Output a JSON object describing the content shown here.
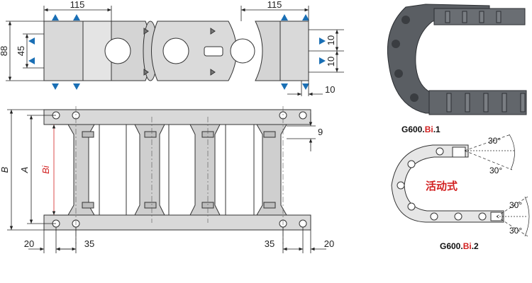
{
  "top_view": {
    "dims": {
      "left_width": "115",
      "right_width": "115",
      "height": "88",
      "inner_height": "45",
      "right_offset_a": "10",
      "right_offset_b": "10",
      "right_offset_c": "10"
    }
  },
  "front_view": {
    "labels": {
      "b": "B",
      "a": "A",
      "bi": "Bi"
    },
    "dims": {
      "crossbar_offset": "9",
      "left_edge": "20",
      "left_inner": "35",
      "right_inner": "35",
      "right_edge": "20"
    }
  },
  "variants": {
    "top_code_prefix": "G600.",
    "top_code_highlight": "Bi",
    "top_code_suffix": ".1",
    "bottom_code_prefix": "G600.",
    "bottom_code_highlight": "Bi",
    "bottom_code_suffix": ".2",
    "angle_a": "30°",
    "angle_b": "30°",
    "angle_c": "30°",
    "angle_d": "30°",
    "caption": "活动式"
  },
  "colors": {
    "accent_red": "#d22020",
    "arrow_blue": "#1a6fb5",
    "part_gray": "#d9d9d9"
  }
}
